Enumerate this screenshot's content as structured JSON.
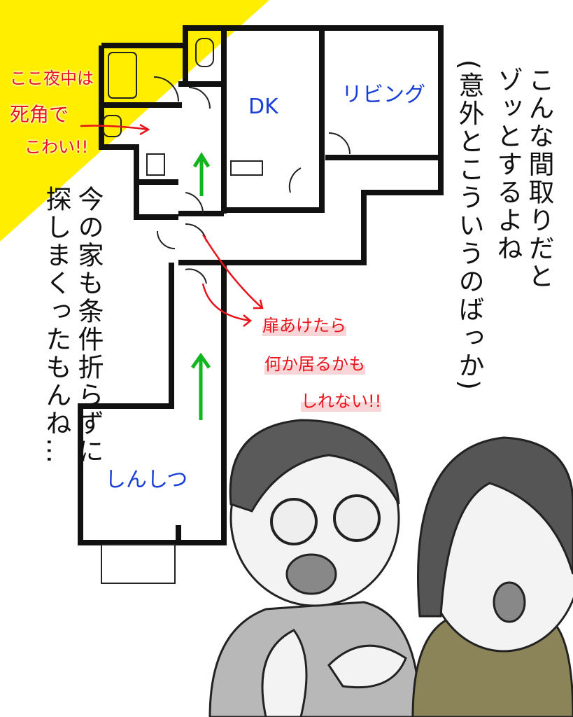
{
  "narration": {
    "right_columns": [
      "こんな間取りだと",
      "ゾッとするよね",
      "(意外とこういうのばっか)"
    ],
    "left_columns": [
      "今の家も条件折らずに",
      "探しまくったもんね…"
    ]
  },
  "floor_plan": {
    "rooms": {
      "dk": "DK",
      "living": "リビング",
      "bedroom": "しんしつ"
    },
    "notes": {
      "blind_spot": [
        "ここ夜中は",
        "死角で",
        "こわい!!"
      ],
      "door_warning": [
        "扉あけたら",
        "何か居るかも",
        "しれない!!"
      ]
    }
  },
  "colors": {
    "accent_yellow": "#ffee00",
    "note_red": "#e8141c",
    "room_label_blue": "#1a3fd6",
    "arrow_green": "#12b51f",
    "shirt_olive": "#8a8458"
  }
}
